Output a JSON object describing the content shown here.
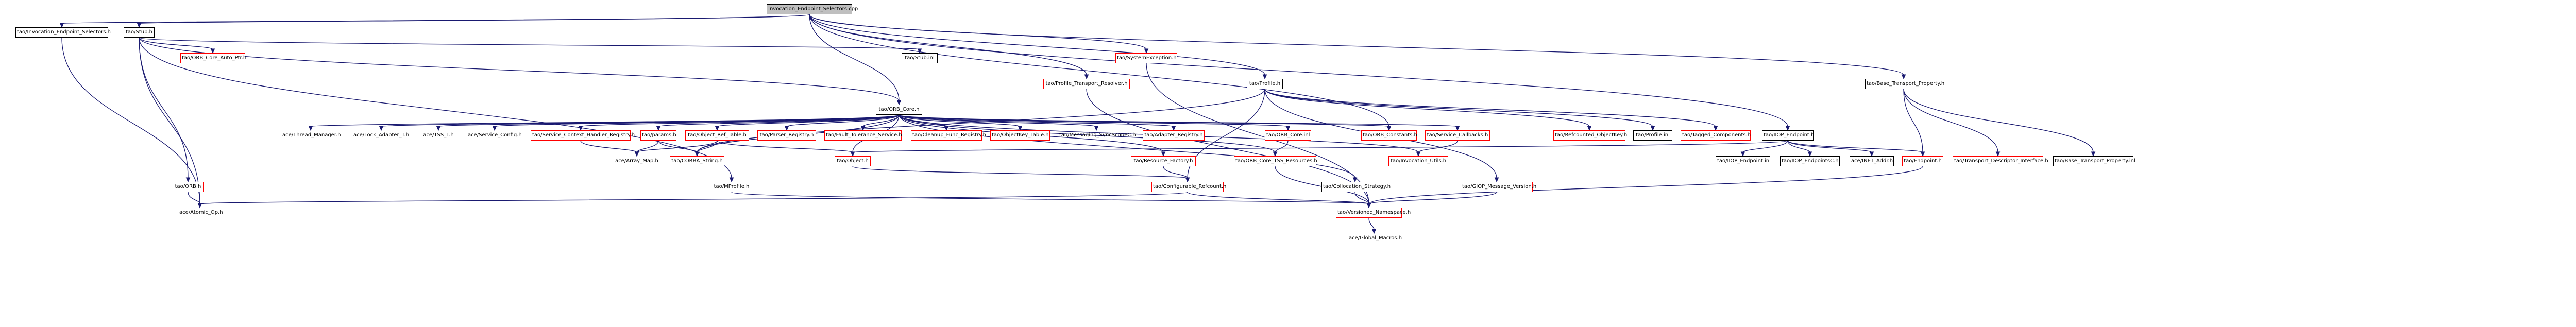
{
  "graph": {
    "colors": {
      "edge": "#191970",
      "node_border": "#000000",
      "external_border": "#ff0000",
      "root_fill": "#bfbfbf"
    },
    "nodes": [
      {
        "id": "root",
        "label": "Invocation_Endpoint_Selectors.cpp",
        "kind": "root"
      },
      {
        "id": "ies_h",
        "label": "tao/Invocation_Endpoint_Selectors.h",
        "kind": "internal"
      },
      {
        "id": "stub_h",
        "label": "tao/Stub.h",
        "kind": "internal"
      },
      {
        "id": "auto_ptr",
        "label": "tao/ORB_Core_Auto_Ptr.h",
        "kind": "external"
      },
      {
        "id": "stub_inl",
        "label": "tao/Stub.inl",
        "kind": "internal"
      },
      {
        "id": "sysexc",
        "label": "tao/SystemException.h",
        "kind": "external"
      },
      {
        "id": "ptr",
        "label": "tao/Profile_Transport_Resolver.h",
        "kind": "external"
      },
      {
        "id": "profile_h",
        "label": "tao/Profile.h",
        "kind": "internal"
      },
      {
        "id": "btp_h",
        "label": "tao/Base_Transport_Property.h",
        "kind": "internal"
      },
      {
        "id": "orb_core_h",
        "label": "tao/ORB_Core.h",
        "kind": "internal"
      },
      {
        "id": "thread_mgr",
        "label": "ace/Thread_Manager.h",
        "kind": "plain"
      },
      {
        "id": "lock_adapter",
        "label": "ace/Lock_Adapter_T.h",
        "kind": "plain"
      },
      {
        "id": "tss_t",
        "label": "ace/TSS_T.h",
        "kind": "plain"
      },
      {
        "id": "svc_config",
        "label": "ace/Service_Config.h",
        "kind": "plain"
      },
      {
        "id": "scr",
        "label": "tao/Service_Context_Handler_Registry.h",
        "kind": "external"
      },
      {
        "id": "params",
        "label": "tao/params.h",
        "kind": "external"
      },
      {
        "id": "obj_ref_table",
        "label": "tao/Object_Ref_Table.h",
        "kind": "external"
      },
      {
        "id": "parser_reg",
        "label": "tao/Parser_Registry.h",
        "kind": "external"
      },
      {
        "id": "fault_tol",
        "label": "tao/Fault_Tolerance_Service.h",
        "kind": "external"
      },
      {
        "id": "cleanup_reg",
        "label": "tao/Cleanup_Func_Registry.h",
        "kind": "external"
      },
      {
        "id": "objkey_table",
        "label": "tao/ObjectKey_Table.h",
        "kind": "external"
      },
      {
        "id": "msg_sync",
        "label": "tao/Messaging_SyncScopeC.h",
        "kind": "plain"
      },
      {
        "id": "adapter_reg",
        "label": "tao/Adapter_Registry.h",
        "kind": "external"
      },
      {
        "id": "orb_core_inl",
        "label": "tao/ORB_Core.inl",
        "kind": "external"
      },
      {
        "id": "orb_constants",
        "label": "tao/ORB_Constants.h",
        "kind": "external"
      },
      {
        "id": "svc_callbacks",
        "label": "tao/Service_Callbacks.h",
        "kind": "external"
      },
      {
        "id": "orb_h",
        "label": "tao/ORB.h",
        "kind": "external"
      },
      {
        "id": "mprofile",
        "label": "tao/MProfile.h",
        "kind": "external"
      },
      {
        "id": "array_map",
        "label": "ace/Array_Map.h",
        "kind": "plain"
      },
      {
        "id": "corba_string",
        "label": "tao/CORBA_String.h",
        "kind": "external"
      },
      {
        "id": "object_h",
        "label": "tao/Object.h",
        "kind": "external"
      },
      {
        "id": "res_factory",
        "label": "tao/Resource_Factory.h",
        "kind": "external"
      },
      {
        "id": "orb_core_tss",
        "label": "tao/ORB_Core_TSS_Resources.h",
        "kind": "external"
      },
      {
        "id": "collocation",
        "label": "tao/Collocation_Strategy.h",
        "kind": "internal"
      },
      {
        "id": "configurable_rc",
        "label": "tao/Configurable_Refcount.h",
        "kind": "external"
      },
      {
        "id": "invocation_utils",
        "label": "tao/Invocation_Utils.h",
        "kind": "external"
      },
      {
        "id": "atomic_op",
        "label": "ace/Atomic_Op.h",
        "kind": "plain"
      },
      {
        "id": "versioned_ns",
        "label": "tao/Versioned_Namespace.h",
        "kind": "external"
      },
      {
        "id": "giop_msg_ver",
        "label": "tao/GIOP_Message_Version.h",
        "kind": "external"
      },
      {
        "id": "global_macros",
        "label": "ace/Global_Macros.h",
        "kind": "plain"
      },
      {
        "id": "refcounted_objkey",
        "label": "tao/Refcounted_ObjectKey.h",
        "kind": "external"
      },
      {
        "id": "profile_inl",
        "label": "tao/Profile.inl",
        "kind": "internal"
      },
      {
        "id": "tagged_comp",
        "label": "tao/Tagged_Components.h",
        "kind": "external"
      },
      {
        "id": "iiop_endpoint_h",
        "label": "tao/IIOP_Endpoint.h",
        "kind": "internal"
      },
      {
        "id": "iiop_endpoint_inl",
        "label": "tao/IIOP_Endpoint.inl",
        "kind": "internal"
      },
      {
        "id": "iiop_endpointsc",
        "label": "tao/IIOP_EndpointsC.h",
        "kind": "internal"
      },
      {
        "id": "inet_addr",
        "label": "ace/INET_Addr.h",
        "kind": "internal"
      },
      {
        "id": "endpoint_h",
        "label": "tao/Endpoint.h",
        "kind": "external"
      },
      {
        "id": "tdi",
        "label": "tao/Transport_Descriptor_Interface.h",
        "kind": "external"
      },
      {
        "id": "btp_inl",
        "label": "tao/Base_Transport_Property.inl",
        "kind": "internal"
      }
    ]
  }
}
